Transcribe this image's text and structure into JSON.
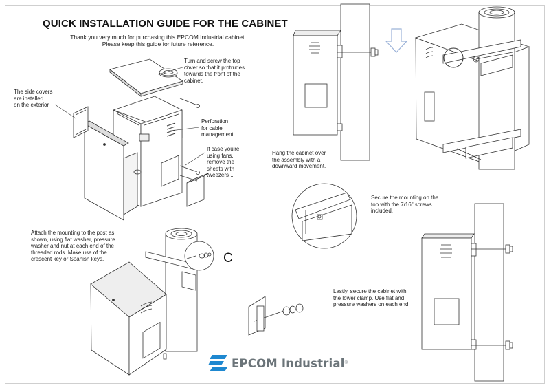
{
  "title": "QUICK INSTALLATION GUIDE FOR THE CABINET",
  "subtitle": [
    "Thank you very much for purchasing this EPCOM Industrial cabinet.",
    "Please keep this guide for future reference."
  ],
  "notes": {
    "top_cover": [
      "Turn and screw the top",
      "cover so that it protrudes",
      "towards the front of the",
      "cabinet."
    ],
    "side_covers": [
      "The side covers",
      "are installed",
      "on the exterior"
    ],
    "perforation": [
      "Perforation",
      "for cable",
      "management"
    ],
    "fans": [
      "If case you're",
      "using fans,",
      "remove the",
      "sheets with",
      "tweezers .."
    ],
    "hang": [
      "Hang the cabinet over",
      "the assembly with a",
      "downward movement."
    ],
    "secure_top": [
      "Secure the mounting on the",
      "top with the 7/16\" screws",
      "included."
    ],
    "attach": [
      "Attach the mounting to the post as",
      "shown, using flat washer, pressure",
      "washer and nut at each end of the",
      "threaded rods. Make use of the",
      "crescent key or Spanish keys."
    ],
    "lastly": [
      "Lastly, secure the cabinet with",
      "the lower clamp. Use flat and",
      "pressure washers on each end."
    ]
  },
  "callout_letter": "C",
  "logo": {
    "name": "EPCOM Industrial",
    "mark": "®",
    "color": "#1e88d0",
    "text_color": "#6b7479"
  },
  "icons": [
    "down-arrow-icon",
    "epcom-logo-icon"
  ]
}
